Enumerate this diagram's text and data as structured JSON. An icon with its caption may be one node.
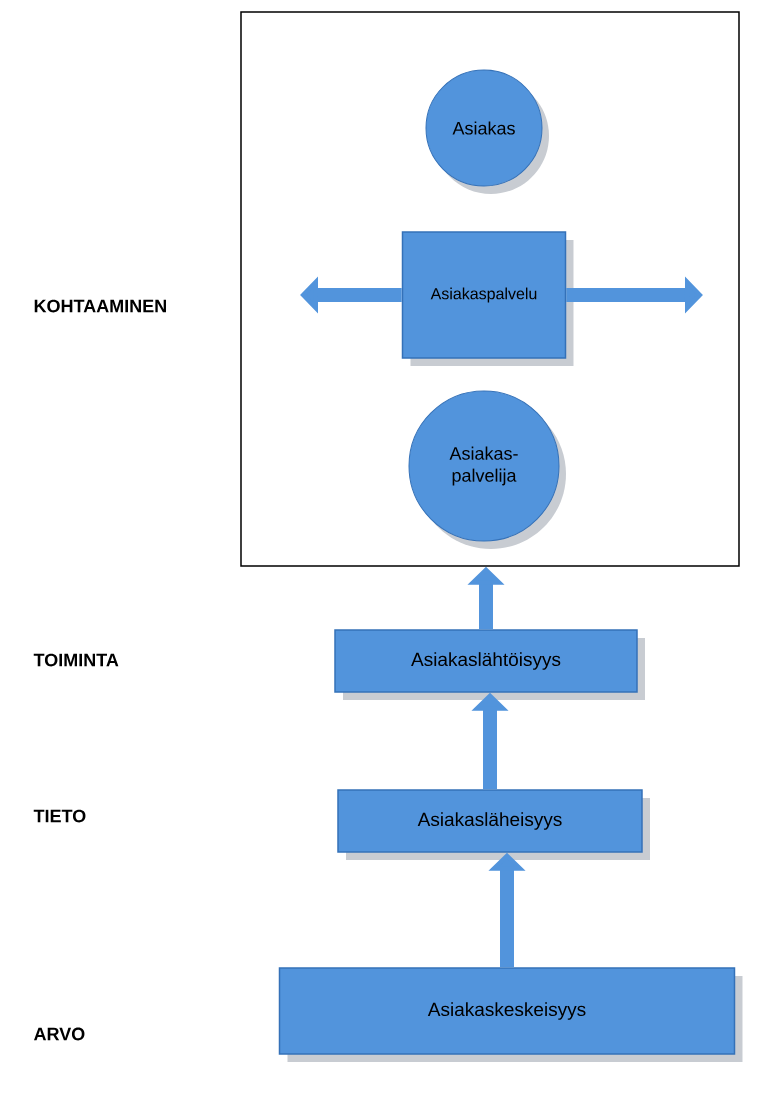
{
  "diagram": {
    "nodes": [
      {
        "text": [],
        "shape": "box"
      },
      {
        "text": [
          "Asiakas"
        ],
        "in": 0
      },
      {
        "text": [
          "Asiakaspalvelu"
        ],
        "in": 0
      },
      {
        "text": [
          "Asiakas- palvelija"
        ],
        "in": 0
      },
      {
        "text": [
          "Asiakaslähtöisyys"
        ]
      },
      {
        "text": [
          "Asiakasläheisyys"
        ]
      },
      {
        "text": [
          "Asiakaskeskeisyys"
        ]
      }
    ],
    "edges": [
      {
        "from": 2,
        "to": null,
        "arrow": "to"
      },
      {
        "from": 2,
        "to": null,
        "arrow": "to"
      },
      {
        "from": 4,
        "to": 0,
        "arrow": "to"
      },
      {
        "from": 5,
        "to": 4,
        "arrow": "to"
      },
      {
        "from": 6,
        "to": 5,
        "arrow": "to"
      }
    ],
    "labels": [
      "KOHTAAMINEN",
      "TOIMINTA",
      "TIETO",
      "ARVO"
    ]
  }
}
